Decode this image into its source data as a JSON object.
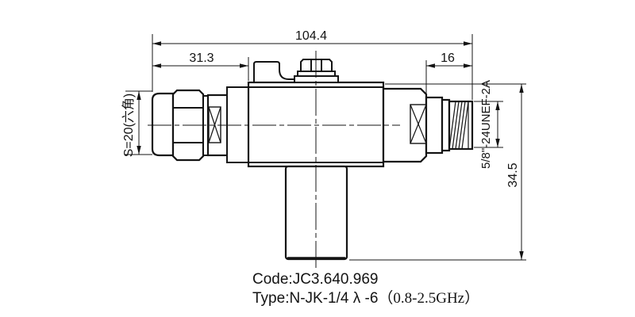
{
  "drawing": {
    "title_hint": "RF coaxial quarter-wave arrester side view",
    "dimensions": {
      "overall_width": "104.4",
      "left_section_width": "31.3",
      "thread_length": "16",
      "overall_height": "34.5",
      "hex_across_flats": "S=20(六角)",
      "thread_spec": "5/8\"-24UNEF-2A"
    },
    "labels": {
      "code": "Code:JC3.640.969",
      "type_prefix": "Type:N-JK-1/4 λ -6",
      "type_freq": "（0.8-2.5GHz）"
    },
    "colors": {
      "line": "#141414",
      "background": "#ffffff"
    }
  }
}
